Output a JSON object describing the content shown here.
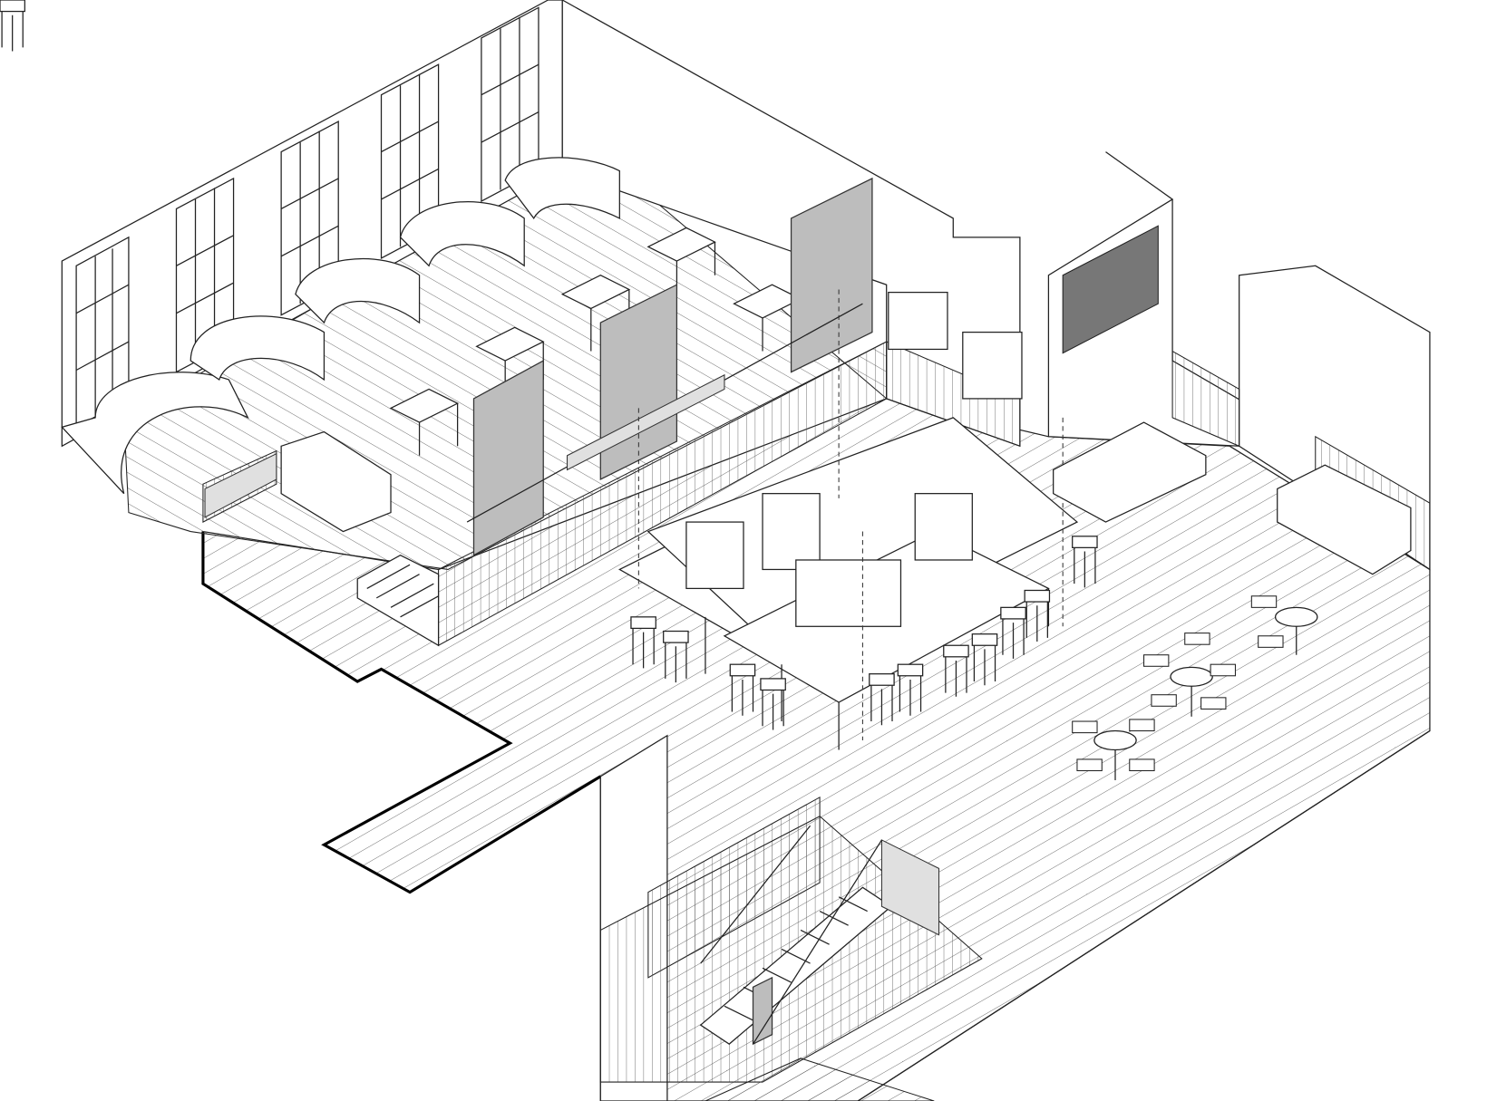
{
  "drawing": {
    "type": "isometric architectural interior drawing",
    "colors": {
      "line": "#222222",
      "glass_panel": "#bdbdbd",
      "light_panel": "#e0e0e0",
      "background": "#ffffff"
    },
    "elements": [
      "window-wall",
      "curved-booths",
      "dining-tables",
      "glass-partitions",
      "raised-platform",
      "island-bar",
      "bar-stools",
      "sofas",
      "round-tables",
      "staircase",
      "lower-level"
    ]
  }
}
